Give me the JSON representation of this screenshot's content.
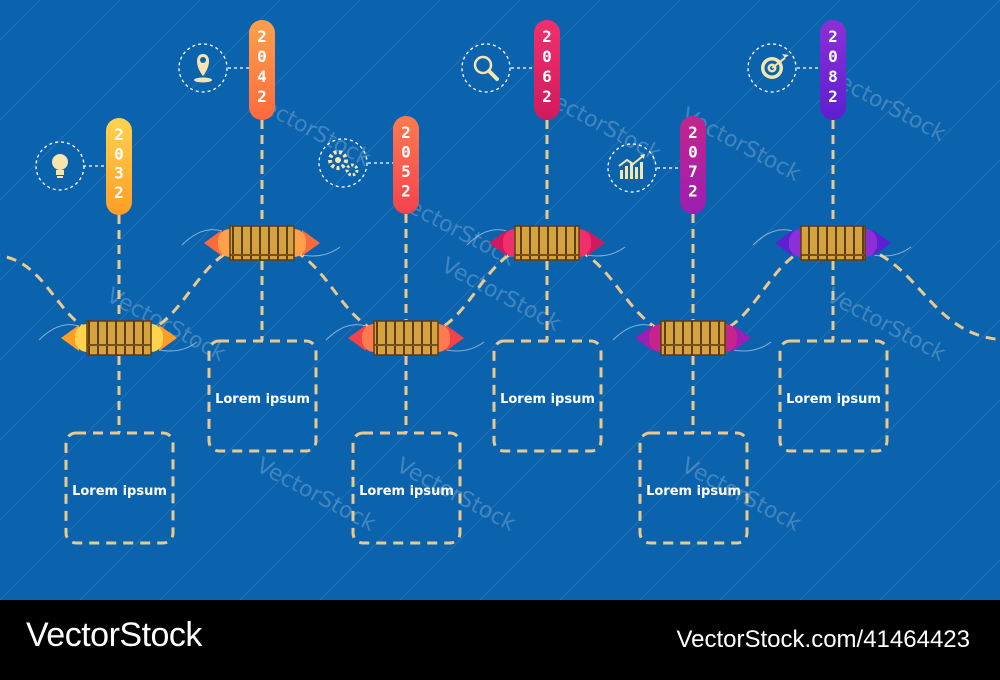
{
  "watermark": "VectorStock",
  "footer": {
    "brand": "VectorStock",
    "id_text": "VectorStock.com/41464423"
  },
  "milestones": [
    {
      "year": "2032",
      "color_top": "#ffd34d",
      "color_bottom": "#ff9d26",
      "icon": "lightbulb-icon",
      "label": "Lorem ipsum"
    },
    {
      "year": "2042",
      "color_top": "#ffa04a",
      "color_bottom": "#ff6a3d",
      "icon": "location-pin-icon",
      "label": "Lorem ipsum"
    },
    {
      "year": "2052",
      "color_top": "#ff7a4e",
      "color_bottom": "#f2434d",
      "icon": "gears-icon",
      "label": "Lorem ipsum"
    },
    {
      "year": "2062",
      "color_top": "#f0306c",
      "color_bottom": "#d11a5e",
      "icon": "magnifier-icon",
      "label": "Lorem ipsum"
    },
    {
      "year": "2072",
      "color_top": "#c5248c",
      "color_bottom": "#9a1fb2",
      "icon": "growth-chart-icon",
      "label": "Lorem ipsum"
    },
    {
      "year": "2082",
      "color_top": "#8d2fd8",
      "color_bottom": "#5d1fd0",
      "icon": "target-icon",
      "label": "Lorem ipsum"
    }
  ],
  "colors": {
    "background": "#0b63ad",
    "dash": "#e9c98e",
    "footer": "#000000"
  }
}
